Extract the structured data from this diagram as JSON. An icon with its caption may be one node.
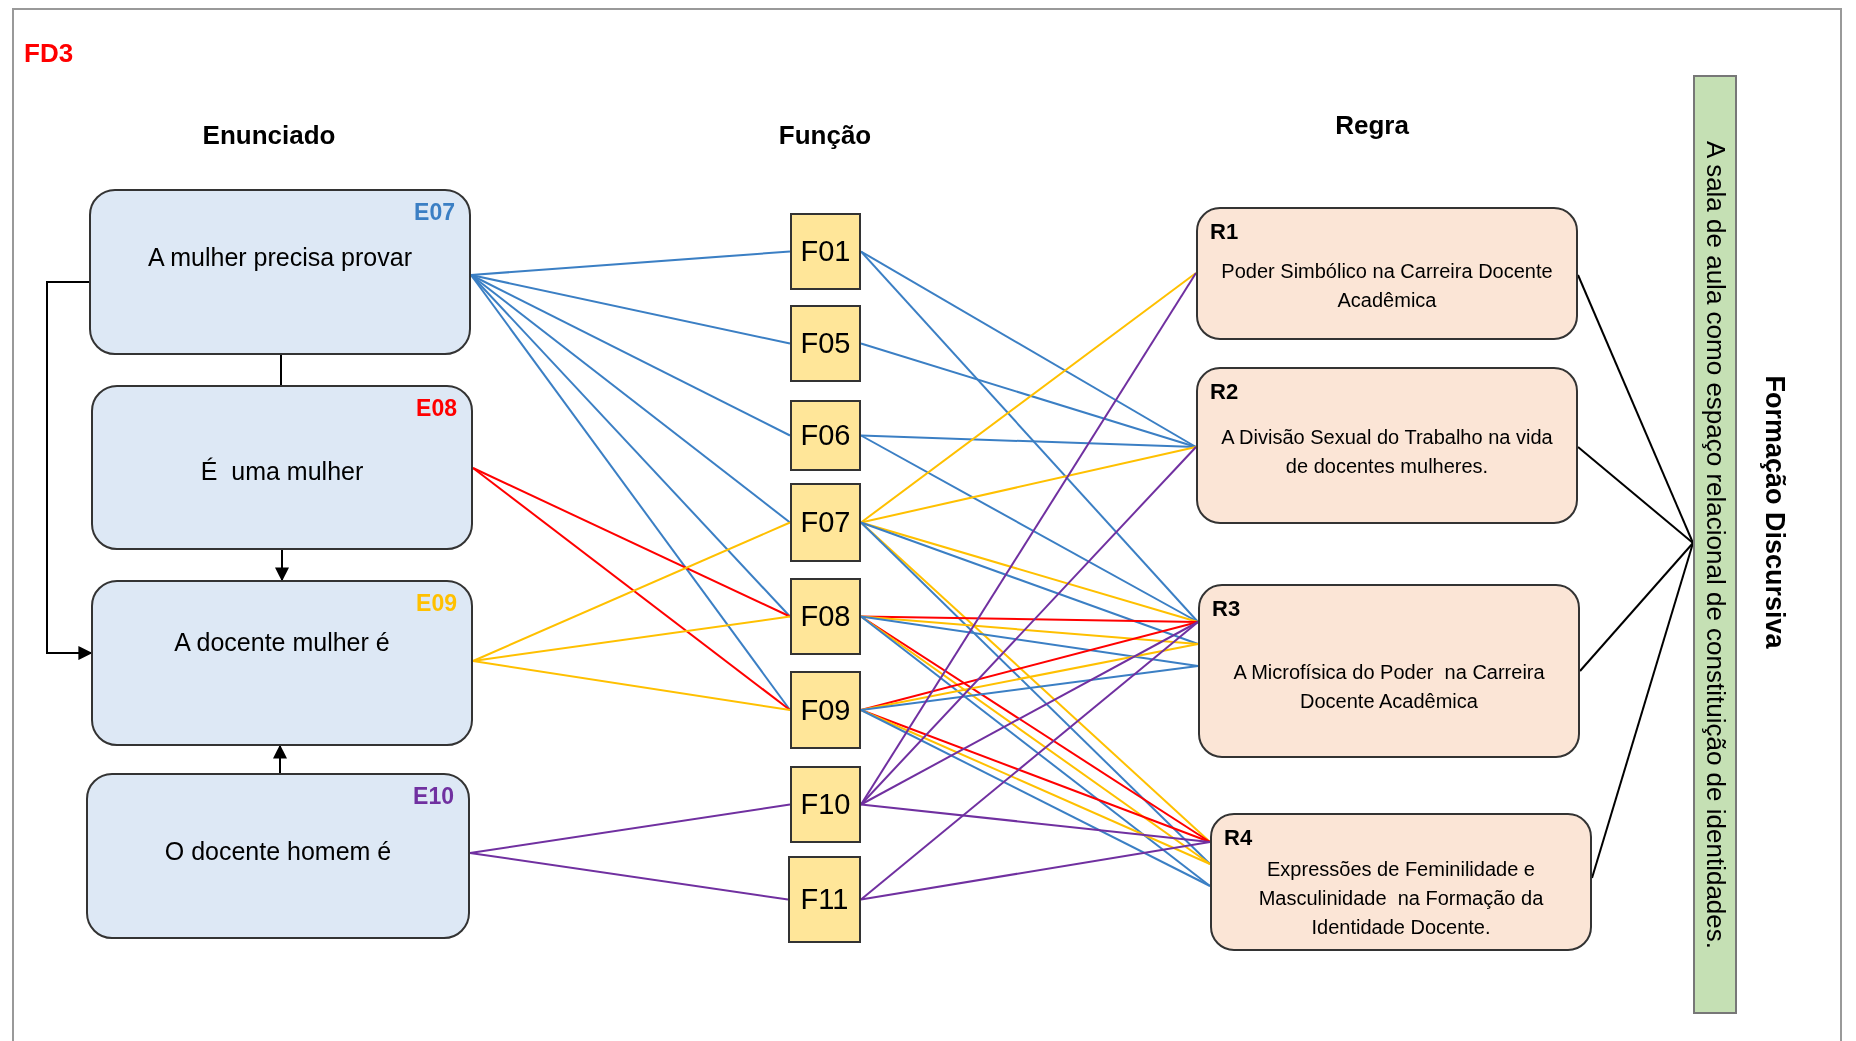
{
  "diagram": {
    "title": "FD3",
    "nodes": [
      {
        "text": [
          "E07",
          "A mulher precisa provar"
        ]
      },
      {
        "text": [
          "E08",
          "É  uma mulher"
        ]
      },
      {
        "text": [
          "E09",
          "A docente mulher é"
        ]
      },
      {
        "text": [
          "E10",
          "O docente homem é"
        ]
      },
      {
        "text": [
          "F01"
        ]
      },
      {
        "text": [
          "F05"
        ]
      },
      {
        "text": [
          "F06"
        ]
      },
      {
        "text": [
          "F07"
        ]
      },
      {
        "text": [
          "F08"
        ]
      },
      {
        "text": [
          "F09"
        ]
      },
      {
        "text": [
          "F10"
        ]
      },
      {
        "text": [
          "F11"
        ]
      },
      {
        "text": [
          "R1",
          "Poder Simbólico na Carreira Docente Acadêmica"
        ]
      },
      {
        "text": [
          "R2",
          "A Divisão Sexual do Trabalho na vida de docentes mulheres."
        ]
      },
      {
        "text": [
          "R3",
          "A Microfísica do Poder  na Carreira Docente Acadêmica"
        ]
      },
      {
        "text": [
          "R4",
          "Expressões de Feminilidade e Masculinidade  na Formação da Identidade Docente."
        ]
      },
      {
        "text": [
          "A sala de aula como espaço relacional de constituição de identidades."
        ],
        "beside": [
          "Formação Discursiva"
        ]
      }
    ],
    "edges": [
      {
        "from": 0,
        "to": 1,
        "arrow": "none",
        "color": "#000000"
      },
      {
        "from": 1,
        "to": 2,
        "arrow": "to",
        "color": "#000000"
      },
      {
        "from": 3,
        "to": 2,
        "arrow": "to",
        "color": "#000000"
      },
      {
        "from": 0,
        "to": 2,
        "arrow": "to",
        "color": "#000000"
      },
      {
        "from": 0,
        "to": 4,
        "arrow": "none"
      },
      {
        "from": 0,
        "to": 5,
        "arrow": "none"
      },
      {
        "from": 0,
        "to": 6,
        "arrow": "none"
      },
      {
        "from": 0,
        "to": 7,
        "arrow": "none"
      },
      {
        "from": 0,
        "to": 8,
        "arrow": "none"
      },
      {
        "from": 0,
        "to": 9,
        "arrow": "none"
      },
      {
        "from": 1,
        "to": 8,
        "arrow": "none",
        "color": "#ff0000"
      },
      {
        "from": 1,
        "to": 9,
        "arrow": "none",
        "color": "#ff0000"
      },
      {
        "from": 2,
        "to": 7,
        "arrow": "none",
        "color": "#ffc000"
      },
      {
        "from": 2,
        "to": 8,
        "arrow": "none",
        "color": "#ffc000"
      },
      {
        "from": 2,
        "to": 9,
        "arrow": "none",
        "color": "#ffc000"
      },
      {
        "from": 3,
        "to": 10,
        "arrow": "none",
        "color": "#7030a0"
      },
      {
        "from": 3,
        "to": 11,
        "arrow": "none",
        "color": "#7030a0"
      },
      {
        "from": 4,
        "to": 13,
        "arrow": "none"
      },
      {
        "from": 4,
        "to": 14,
        "arrow": "none"
      },
      {
        "from": 5,
        "to": 13,
        "arrow": "none"
      },
      {
        "from": 6,
        "to": 13,
        "arrow": "none"
      },
      {
        "from": 6,
        "to": 14,
        "arrow": "none"
      },
      {
        "from": 7,
        "to": 12,
        "arrow": "none",
        "color": "#ffc000"
      },
      {
        "from": 7,
        "to": 13,
        "arrow": "none",
        "color": "#ffc000"
      },
      {
        "from": 7,
        "to": 14,
        "arrow": "none",
        "color": "#ffc000"
      },
      {
        "from": 7,
        "to": 15,
        "arrow": "none",
        "color": "#ffc000"
      },
      {
        "from": 7,
        "to": 14,
        "arrow": "none"
      },
      {
        "from": 7,
        "to": 15,
        "arrow": "none"
      },
      {
        "from": 8,
        "to": 14,
        "arrow": "none",
        "color": "#ff0000"
      },
      {
        "from": 8,
        "to": 15,
        "arrow": "none",
        "color": "#ff0000"
      },
      {
        "from": 8,
        "to": 14,
        "arrow": "none",
        "color": "#ffc000"
      },
      {
        "from": 8,
        "to": 15,
        "arrow": "none",
        "color": "#ffc000"
      },
      {
        "from": 8,
        "to": 14,
        "arrow": "none"
      },
      {
        "from": 8,
        "to": 15,
        "arrow": "none"
      },
      {
        "from": 9,
        "to": 14,
        "arrow": "none",
        "color": "#ff0000"
      },
      {
        "from": 9,
        "to": 15,
        "arrow": "none",
        "color": "#ff0000"
      },
      {
        "from": 9,
        "to": 14,
        "arrow": "none",
        "color": "#ffc000"
      },
      {
        "from": 9,
        "to": 15,
        "arrow": "none",
        "color": "#ffc000"
      },
      {
        "from": 9,
        "to": 14,
        "arrow": "none"
      },
      {
        "from": 9,
        "to": 15,
        "arrow": "none"
      },
      {
        "from": 10,
        "to": 12,
        "arrow": "none",
        "color": "#7030a0"
      },
      {
        "from": 10,
        "to": 13,
        "arrow": "none",
        "color": "#7030a0"
      },
      {
        "from": 10,
        "to": 14,
        "arrow": "none",
        "color": "#7030a0"
      },
      {
        "from": 10,
        "to": 15,
        "arrow": "none",
        "color": "#7030a0"
      },
      {
        "from": 11,
        "to": 14,
        "arrow": "none",
        "color": "#7030a0"
      },
      {
        "from": 11,
        "to": 15,
        "arrow": "none",
        "color": "#7030a0"
      },
      {
        "from": 12,
        "to": 16,
        "arrow": "none",
        "color": "#000000"
      },
      {
        "from": 13,
        "to": 16,
        "arrow": "none",
        "color": "#000000"
      },
      {
        "from": 14,
        "to": 16,
        "arrow": "none",
        "color": "#000000"
      },
      {
        "from": 15,
        "to": 16,
        "arrow": "none",
        "color": "#000000"
      }
    ],
    "labels": [
      "Enunciado",
      "Função",
      "Regra"
    ]
  }
}
